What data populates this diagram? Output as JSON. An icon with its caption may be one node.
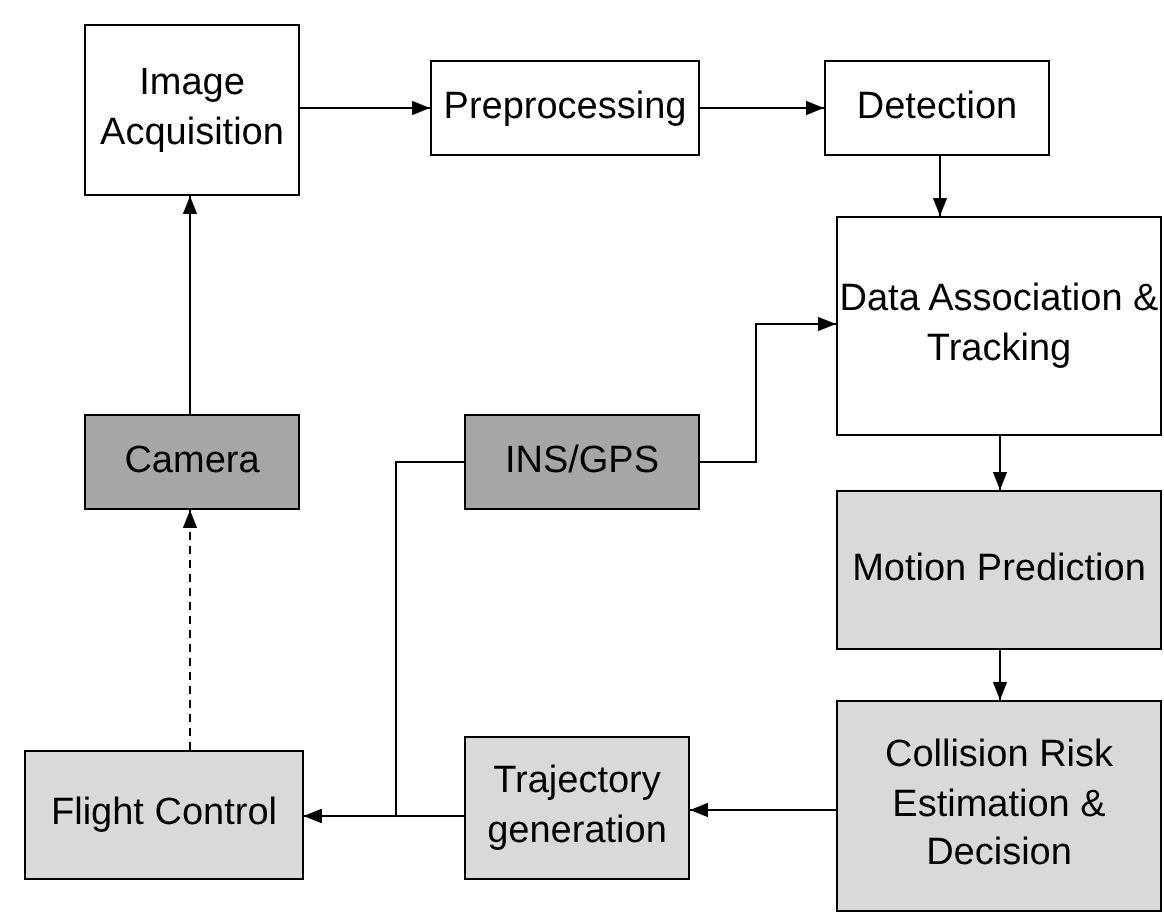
{
  "diagram": {
    "nodes": [
      {
        "text": [
          "Image Acquisition"
        ]
      },
      {
        "text": [
          "Preprocessing"
        ]
      },
      {
        "text": [
          "Detection"
        ]
      },
      {
        "text": [
          "Data Association & Tracking"
        ]
      },
      {
        "text": [
          "INS/GPS"
        ]
      },
      {
        "text": [
          "Camera"
        ]
      },
      {
        "text": [
          "Motion Prediction"
        ]
      },
      {
        "text": [
          "Collision Risk Estimation & Decision"
        ]
      },
      {
        "text": [
          "Trajectory generation"
        ]
      },
      {
        "text": [
          "Flight Control"
        ]
      }
    ],
    "edges": [
      {
        "from": 0,
        "to": 1,
        "arrow": "to"
      },
      {
        "from": 1,
        "to": 2,
        "arrow": "to"
      },
      {
        "from": 2,
        "to": 3,
        "arrow": "to"
      },
      {
        "from": 4,
        "to": 3,
        "arrow": "to"
      },
      {
        "from": 3,
        "to": 6,
        "arrow": "to"
      },
      {
        "from": 6,
        "to": 7,
        "arrow": "to"
      },
      {
        "from": 7,
        "to": 8,
        "arrow": "to"
      },
      {
        "from": 8,
        "to": 9,
        "arrow": "to"
      },
      {
        "from": 4,
        "to": 9,
        "arrow": "to"
      },
      {
        "from": 5,
        "to": 0,
        "arrow": "to"
      },
      {
        "from": 9,
        "to": 5,
        "arrow": "to",
        "style": "dashed"
      }
    ]
  }
}
